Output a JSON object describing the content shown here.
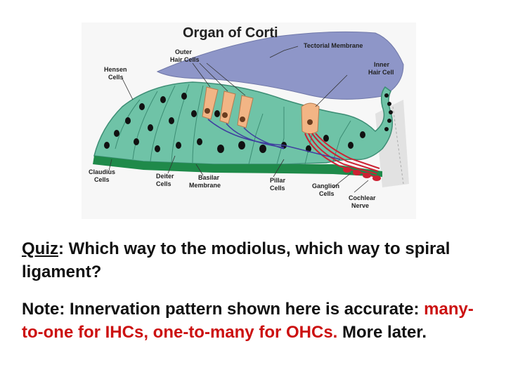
{
  "diagram": {
    "title": "Organ of Corti",
    "labels": {
      "tectorial": "Tectorial Membrane",
      "outer_hair_1": "Outer",
      "outer_hair_2": "Hair Cells",
      "hensen_1": "Hensen",
      "hensen_2": "Cells",
      "inner_hair_1": "Inner",
      "inner_hair_2": "Hair Cell",
      "claudius_1": "Claudius",
      "claudius_2": "Cells",
      "deiter_1": "Deiter",
      "deiter_2": "Cells",
      "basilar_1": "Basilar",
      "basilar_2": "Membrane",
      "pillar_1": "Pillar",
      "pillar_2": "Cells",
      "ganglion_1": "Ganglion",
      "ganglion_2": "Cells",
      "cochlear_1": "Cochlear",
      "cochlear_2": "Nerve"
    },
    "colors": {
      "tectorial": "#8e96c8",
      "cells": "#6fc3a7",
      "nuclei": "#111111",
      "basilar": "#1f8a4a",
      "hair_cells": "#f2b585",
      "nerve": "#cc2233",
      "bone": "#e2e2e2"
    }
  },
  "quiz": {
    "label": "Quiz",
    "rest": ": Which way to the modiolus, which way to spiral ligament?"
  },
  "note": {
    "prefix": "Note: Innervation pattern shown here is accurate: ",
    "highlight": "many-to-one for IHCs, one-to-many for OHCs.",
    "suffix": " More later."
  }
}
